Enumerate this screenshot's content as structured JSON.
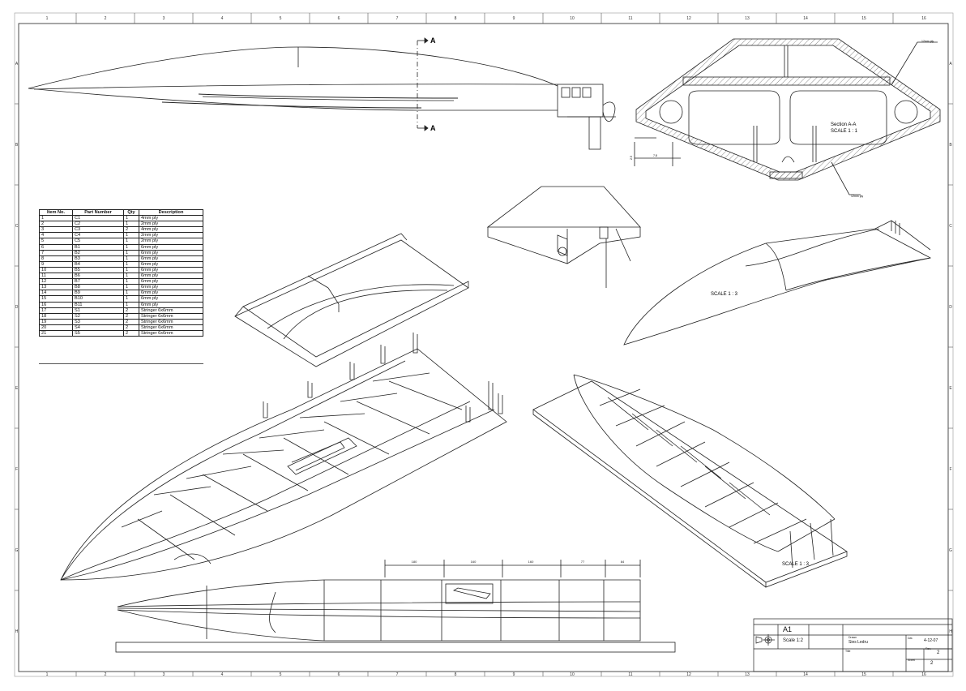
{
  "zone_numbers": [
    "1",
    "2",
    "3",
    "4",
    "5",
    "6",
    "7",
    "8",
    "9",
    "10",
    "11",
    "12",
    "13",
    "14",
    "15",
    "16"
  ],
  "zone_letters": [
    "A",
    "B",
    "C",
    "D",
    "E",
    "F",
    "G",
    "H"
  ],
  "section_markers": {
    "top": "A",
    "bottom": "A"
  },
  "section_view": {
    "title": "Section A-A",
    "scale": "SCALE 1 : 1",
    "callout_top": "12mm ply",
    "callout_bottom": "12mm ply",
    "dim_1": "2.5",
    "dim_2": "7.8"
  },
  "iso_deck_view": {
    "scale": "SCALE 1 : 3"
  },
  "iso_frame_view": {
    "scale": "SCALE 1 : 3"
  },
  "side_dimensions": [
    "180",
    "160",
    "160",
    "77",
    "84"
  ],
  "bom": {
    "headers": [
      "Item No.",
      "Part Number",
      "Qty",
      "Description"
    ],
    "rows": [
      [
        "1",
        "C1",
        "1",
        "4mm ply"
      ],
      [
        "2",
        "C2",
        "1",
        "2mm ply"
      ],
      [
        "3",
        "C3",
        "2",
        "4mm ply"
      ],
      [
        "4",
        "C4",
        "1",
        "2mm ply"
      ],
      [
        "5",
        "C5",
        "1",
        "2mm ply"
      ],
      [
        "6",
        "B1",
        "1",
        "6mm ply"
      ],
      [
        "7",
        "B2",
        "1",
        "6mm ply"
      ],
      [
        "8",
        "B3",
        "1",
        "6mm ply"
      ],
      [
        "9",
        "B4",
        "1",
        "6mm ply"
      ],
      [
        "10",
        "B5",
        "1",
        "6mm ply"
      ],
      [
        "11",
        "B6",
        "1",
        "6mm ply"
      ],
      [
        "12",
        "B7",
        "1",
        "6mm ply"
      ],
      [
        "13",
        "B8",
        "1",
        "6mm ply"
      ],
      [
        "14",
        "B9",
        "1",
        "6mm ply"
      ],
      [
        "15",
        "B10",
        "1",
        "6mm ply"
      ],
      [
        "16",
        "B11",
        "1",
        "6mm ply"
      ],
      [
        "17",
        "S1",
        "2",
        "Stringer 6x6mm"
      ],
      [
        "18",
        "S2",
        "2",
        "Stringer 6x6mm"
      ],
      [
        "19",
        "S3",
        "2",
        "Stringer 6x6mm"
      ],
      [
        "20",
        "S4",
        "2",
        "Stringer 6x6mm"
      ],
      [
        "21",
        "S5",
        "2",
        "Stringer 6x6mm"
      ]
    ]
  },
  "title_block": {
    "size": "A1",
    "scale": "Scale 1:2",
    "drawn_label": "Drawn",
    "drawn_by": "Sies Ledru",
    "date_label": "Dat.",
    "date": "4-12-07",
    "title_label": "Title",
    "rev_label": "Rev.",
    "rev": "2",
    "sheet_label": "Sheet",
    "sheet": "2"
  }
}
